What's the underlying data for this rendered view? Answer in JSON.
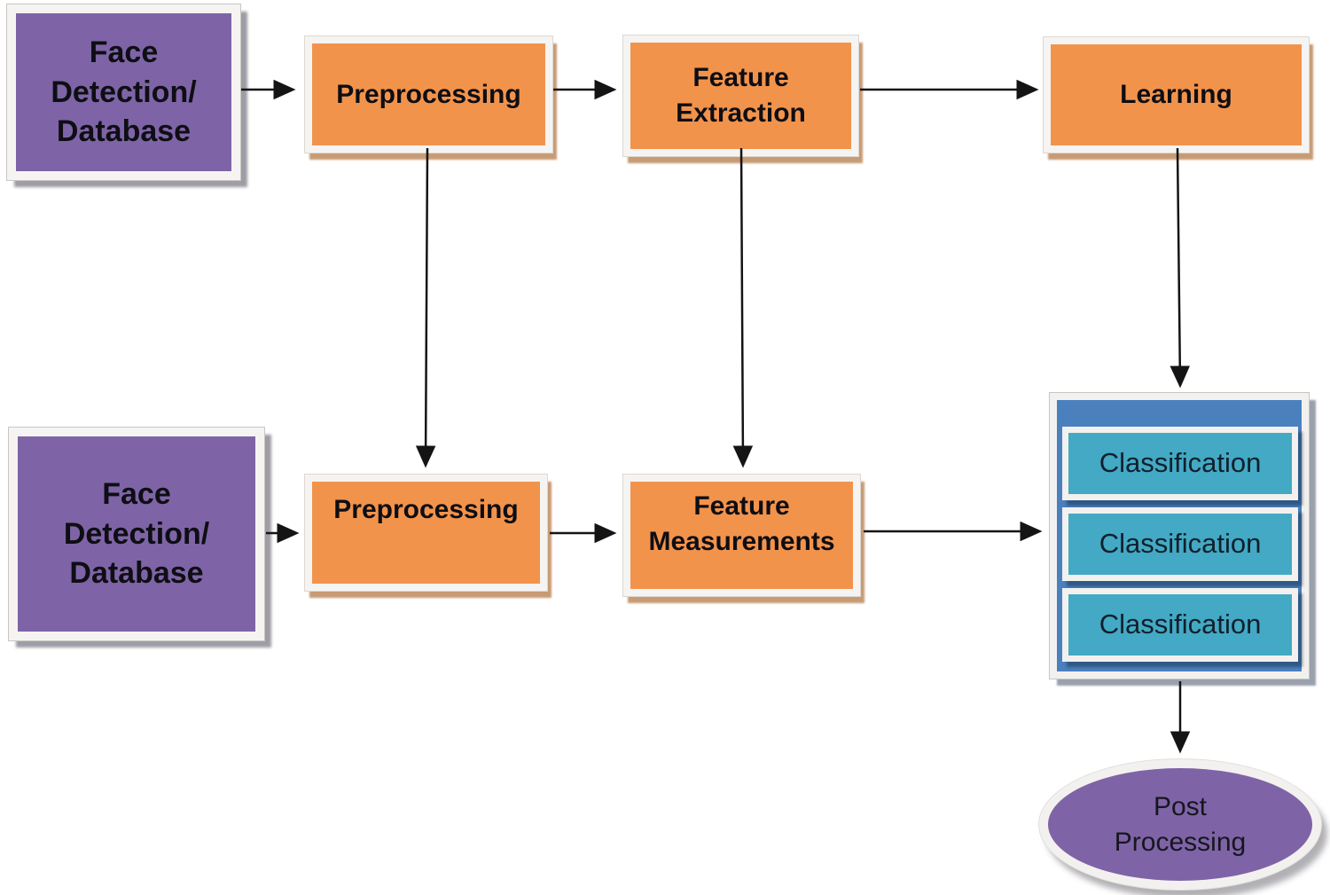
{
  "diagram": {
    "type": "flowchart",
    "subject": "face recognition pipeline: training (top row) and testing (bottom row)",
    "background": "#ffffff",
    "colors": {
      "source_box": "#7e64a6",
      "process_box": "#f2934c",
      "classification_container": "#4b80be",
      "classification_box": "#43a9c4",
      "box_frame": "#f6f4f2",
      "orange_shadow": "#c79b74",
      "gray_shadow": "#9e9ca4",
      "arrow": "#141414",
      "text": "#0e0e14"
    },
    "nodes": {
      "face_db_top": {
        "label": "Face\nDetection/\nDatabase"
      },
      "preprocessing_top": {
        "label": "Preprocessing"
      },
      "feature_extraction": {
        "label": "Feature\nExtraction"
      },
      "learning": {
        "label": "Learning"
      },
      "face_db_bottom": {
        "label": "Face\nDetection/\nDatabase"
      },
      "preprocessing_bottom": {
        "label": "Preprocessing"
      },
      "feature_measurements": {
        "label": "Feature\nMeasurements"
      },
      "classification_stack": {
        "items": [
          {
            "label": "Classification"
          },
          {
            "label": "Classification"
          },
          {
            "label": "Classification"
          }
        ]
      },
      "post_processing": {
        "label": "Post\nProcessing"
      }
    },
    "edges": [
      {
        "from": "face_db_top",
        "to": "preprocessing_top",
        "direction": "right"
      },
      {
        "from": "preprocessing_top",
        "to": "feature_extraction",
        "direction": "right"
      },
      {
        "from": "feature_extraction",
        "to": "learning",
        "direction": "right"
      },
      {
        "from": "preprocessing_top",
        "to": "preprocessing_bottom",
        "direction": "down"
      },
      {
        "from": "feature_extraction",
        "to": "feature_measurements",
        "direction": "down"
      },
      {
        "from": "learning",
        "to": "classification_stack",
        "direction": "down"
      },
      {
        "from": "face_db_bottom",
        "to": "preprocessing_bottom",
        "direction": "right"
      },
      {
        "from": "preprocessing_bottom",
        "to": "feature_measurements",
        "direction": "right"
      },
      {
        "from": "feature_measurements",
        "to": "classification_stack",
        "direction": "right"
      },
      {
        "from": "classification_stack",
        "to": "post_processing",
        "direction": "down"
      }
    ]
  }
}
